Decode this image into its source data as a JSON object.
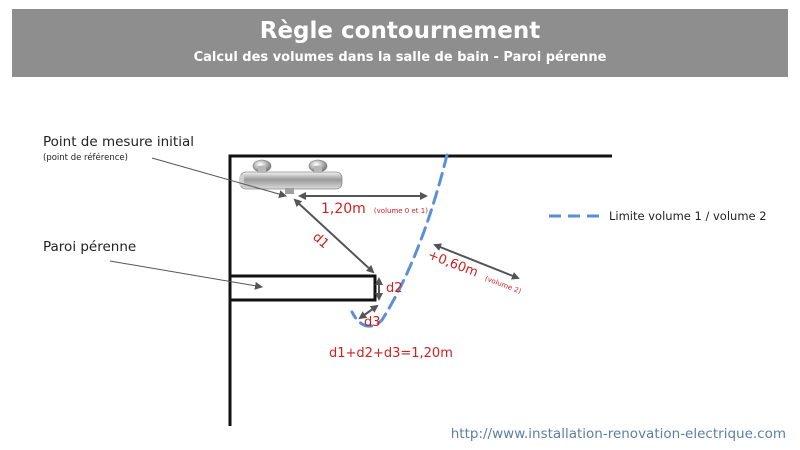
{
  "header": {
    "title": "Règle contournement",
    "subtitle": "Calcul des volumes dans la salle de bain - Paroi pérenne"
  },
  "labels": {
    "point_mesure": "Point de mesure initial",
    "point_reference": "(point de référence)",
    "paroi": "Paroi pérenne",
    "legend_limit": "Limite volume 1 / volume 2",
    "dist_main": "1,20m",
    "dist_main_note": "(volume 0 et 1)",
    "dist_second": "+0,60m",
    "dist_second_note": "(volume 2)",
    "d1": "d1",
    "d2": "d2",
    "d3": "d3",
    "formula": "d1+d2+d3=1,20m"
  },
  "footer": {
    "url": "http://www.installation-renovation-electrique.com"
  },
  "colors": {
    "header_bg": "#8e8e8e",
    "wall": "#111111",
    "dashed_limit": "#5b8fd6",
    "measure_text": "#d11f1f",
    "arrow": "#555555",
    "footer_link": "#5b7fa6"
  },
  "icons": {
    "fixture": "shower-mixer-icon"
  }
}
